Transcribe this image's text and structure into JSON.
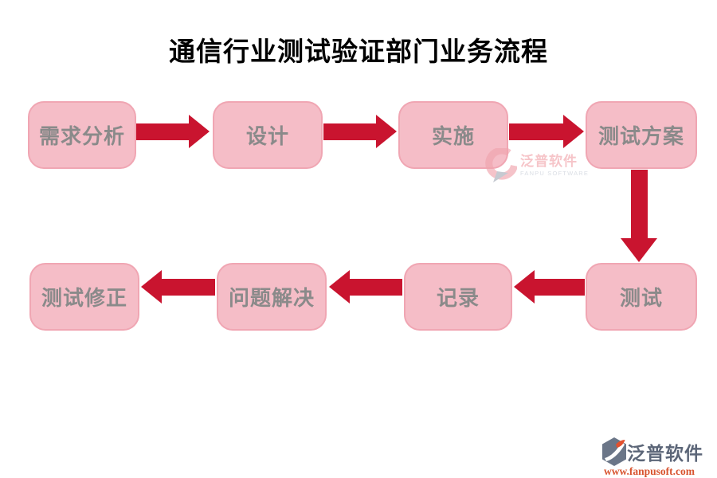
{
  "title": "通信行业测试验证部门业务流程",
  "nodes": [
    {
      "id": "requirements-analysis",
      "label": "需求分析"
    },
    {
      "id": "design",
      "label": "设计"
    },
    {
      "id": "implementation",
      "label": "实施"
    },
    {
      "id": "test-plan",
      "label": "测试方案"
    },
    {
      "id": "testing",
      "label": "测试"
    },
    {
      "id": "record",
      "label": "记录"
    },
    {
      "id": "problem-solving",
      "label": "问题解决"
    },
    {
      "id": "test-correction",
      "label": "测试修正"
    }
  ],
  "edges": [
    {
      "from": "需求分析",
      "to": "设计",
      "direction": "right"
    },
    {
      "from": "设计",
      "to": "实施",
      "direction": "right"
    },
    {
      "from": "实施",
      "to": "测试方案",
      "direction": "right"
    },
    {
      "from": "测试方案",
      "to": "测试",
      "direction": "down"
    },
    {
      "from": "测试",
      "to": "记录",
      "direction": "left"
    },
    {
      "from": "记录",
      "to": "问题解决",
      "direction": "left"
    },
    {
      "from": "问题解决",
      "to": "测试修正",
      "direction": "left"
    }
  ],
  "watermark": {
    "brand": "泛普软件",
    "subtext": "FANPU SOFTWARE"
  },
  "footer": {
    "brand": "泛普软件",
    "website": "www.fanpusoft.com"
  },
  "colors": {
    "title_text": "#000000",
    "node_fill": "#f5bdc7",
    "node_border": "#f0a6b3",
    "node_text": "#8a8a8a",
    "arrow": "#c9142f",
    "wm_brand": "#f2a7ad",
    "wm_sub": "#c6ccd6",
    "wm_logo_pink": "#f0a4ad",
    "wm_logo_gray": "#a8aeba",
    "footer_brand": "#5c6678",
    "footer_url": "#d8532e",
    "footer_mark": "#6b7688",
    "footer_petal": "#e2502e"
  }
}
